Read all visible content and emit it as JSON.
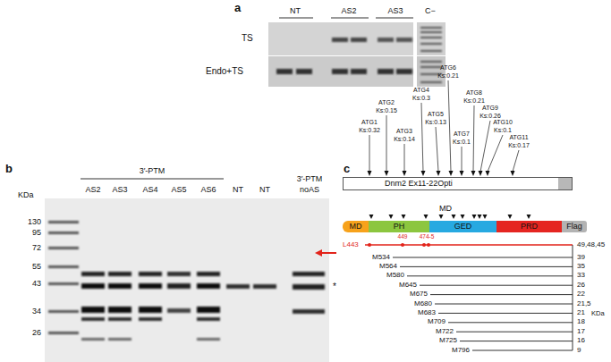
{
  "diagram": {
    "nodes": [
      {
        "text": [
          "Dnm2 Ex11-22Opti"
        ]
      },
      {
        "text": [
          "MD"
        ]
      },
      {
        "text": [
          "PH"
        ]
      },
      {
        "text": [
          "GED"
        ]
      },
      {
        "text": [
          "PRD"
        ]
      },
      {
        "text": [
          "Flag"
        ]
      }
    ],
    "labels": [
      "a",
      "NT",
      "AS2",
      "AS3",
      "C−",
      "TS",
      "Endo+TS",
      "b",
      "KDa",
      "130",
      "95",
      "72",
      "55",
      "43",
      "34",
      "26",
      "3′-PTM",
      "AS2",
      "AS3",
      "AS4",
      "AS5",
      "AS6",
      "NT",
      "NT",
      "3′-PTM",
      "noAS",
      "*",
      "c",
      "ATG1",
      "Ks:0.32",
      "ATG2",
      "Ks:0.15",
      "ATG3",
      "Ks:0.14",
      "ATG4",
      "Ks:0.3",
      "ATG5",
      "Ks:0.13",
      "ATG6",
      "Ks:0.21",
      "ATG7",
      "Ks:0.1",
      "ATG8",
      "Ks:0.21",
      "ATG9",
      "Ks:0.26",
      "ATG10",
      "Ks:0.1",
      "ATG11",
      "Ks:0.17",
      "MD",
      "L443",
      "449",
      "474-5",
      "49,48,45",
      "M534",
      "39",
      "M564",
      "35",
      "M580",
      "33",
      "M645",
      "26",
      "M675",
      "22",
      "M680",
      "21,5",
      "M683",
      "21",
      "M709",
      "18",
      "M722",
      "17",
      "M725",
      "16",
      "M796",
      "9",
      "KDa"
    ]
  }
}
